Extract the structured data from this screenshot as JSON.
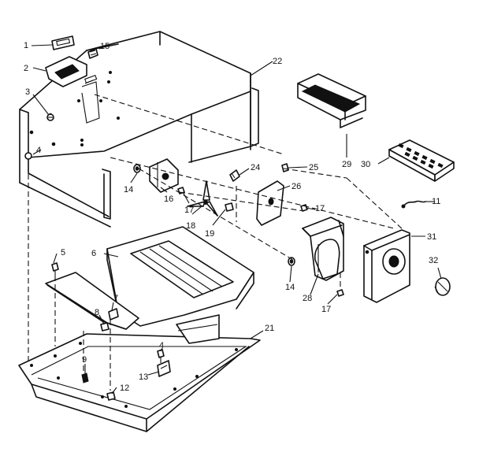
{
  "diagram": {
    "callouts": [
      {
        "id": "c1",
        "text": "1"
      },
      {
        "id": "c15",
        "text": "15"
      },
      {
        "id": "c2",
        "text": "2"
      },
      {
        "id": "c22",
        "text": "22"
      },
      {
        "id": "c3",
        "text": "3"
      },
      {
        "id": "c4a",
        "text": "4"
      },
      {
        "id": "c29",
        "text": "29"
      },
      {
        "id": "c30",
        "text": "30"
      },
      {
        "id": "c24",
        "text": "24"
      },
      {
        "id": "c25",
        "text": "25"
      },
      {
        "id": "c26",
        "text": "26"
      },
      {
        "id": "c14a",
        "text": "14"
      },
      {
        "id": "c16",
        "text": "16"
      },
      {
        "id": "c17a",
        "text": "17"
      },
      {
        "id": "c18",
        "text": "18"
      },
      {
        "id": "c19",
        "text": "19"
      },
      {
        "id": "c17b",
        "text": "17"
      },
      {
        "id": "c11",
        "text": "11"
      },
      {
        "id": "c31",
        "text": "31"
      },
      {
        "id": "c5",
        "text": "5"
      },
      {
        "id": "c6",
        "text": "6"
      },
      {
        "id": "c32",
        "text": "32"
      },
      {
        "id": "c14b",
        "text": "14"
      },
      {
        "id": "c28",
        "text": "28"
      },
      {
        "id": "c17c",
        "text": "17"
      },
      {
        "id": "c7",
        "text": "7"
      },
      {
        "id": "c8",
        "text": "8"
      },
      {
        "id": "c21",
        "text": "21"
      },
      {
        "id": "c4b",
        "text": "4"
      },
      {
        "id": "c13",
        "text": "13"
      },
      {
        "id": "c9",
        "text": "9"
      },
      {
        "id": "c12",
        "text": "12"
      }
    ]
  }
}
